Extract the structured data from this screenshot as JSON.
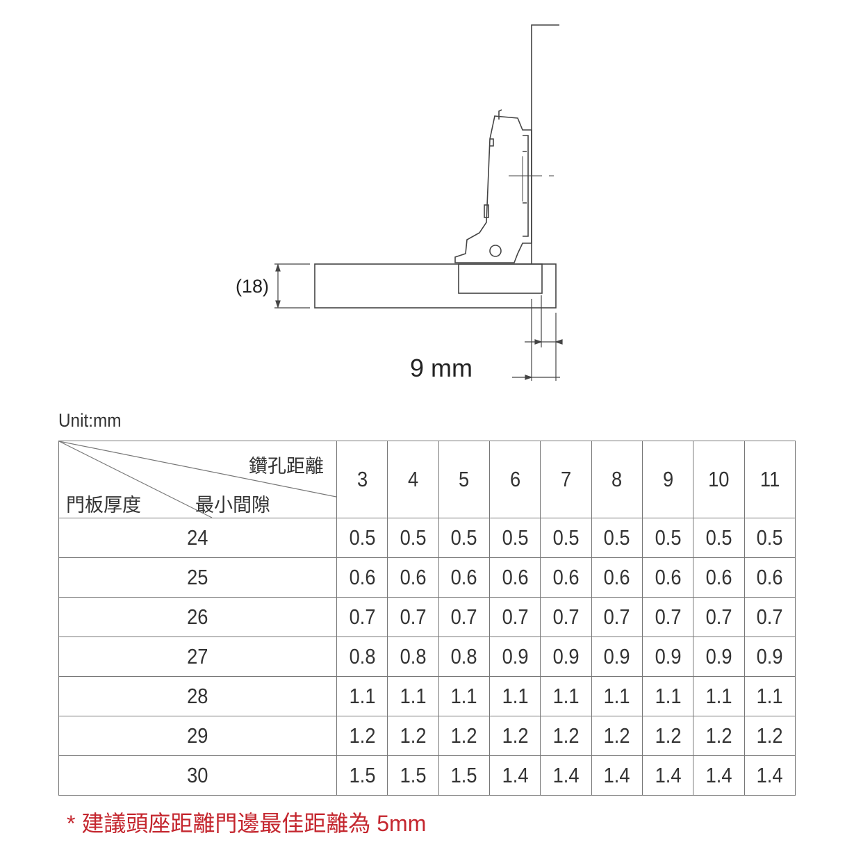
{
  "drawing": {
    "thickness_label": "(18)",
    "offset_label": "9 mm"
  },
  "unit_label": "Unit:mm",
  "table": {
    "corner": {
      "top_label": "鑽孔距離",
      "right_label": "最小間隙",
      "left_label": "門板厚度"
    },
    "columns": [
      "3",
      "4",
      "5",
      "6",
      "7",
      "8",
      "9",
      "10",
      "11"
    ],
    "rows": [
      {
        "label": "24",
        "values": [
          "0.5",
          "0.5",
          "0.5",
          "0.5",
          "0.5",
          "0.5",
          "0.5",
          "0.5",
          "0.5"
        ]
      },
      {
        "label": "25",
        "values": [
          "0.6",
          "0.6",
          "0.6",
          "0.6",
          "0.6",
          "0.6",
          "0.6",
          "0.6",
          "0.6"
        ]
      },
      {
        "label": "26",
        "values": [
          "0.7",
          "0.7",
          "0.7",
          "0.7",
          "0.7",
          "0.7",
          "0.7",
          "0.7",
          "0.7"
        ]
      },
      {
        "label": "27",
        "values": [
          "0.8",
          "0.8",
          "0.8",
          "0.9",
          "0.9",
          "0.9",
          "0.9",
          "0.9",
          "0.9"
        ]
      },
      {
        "label": "28",
        "values": [
          "1.1",
          "1.1",
          "1.1",
          "1.1",
          "1.1",
          "1.1",
          "1.1",
          "1.1",
          "1.1"
        ]
      },
      {
        "label": "29",
        "values": [
          "1.2",
          "1.2",
          "1.2",
          "1.2",
          "1.2",
          "1.2",
          "1.2",
          "1.2",
          "1.2"
        ]
      },
      {
        "label": "30",
        "values": [
          "1.5",
          "1.5",
          "1.5",
          "1.4",
          "1.4",
          "1.4",
          "1.4",
          "1.4",
          "1.4"
        ]
      }
    ]
  },
  "note": "* 建議頭座距離門邊最佳距離為 5mm",
  "colors": {
    "note": "#c4262e",
    "lines": "#777777"
  }
}
